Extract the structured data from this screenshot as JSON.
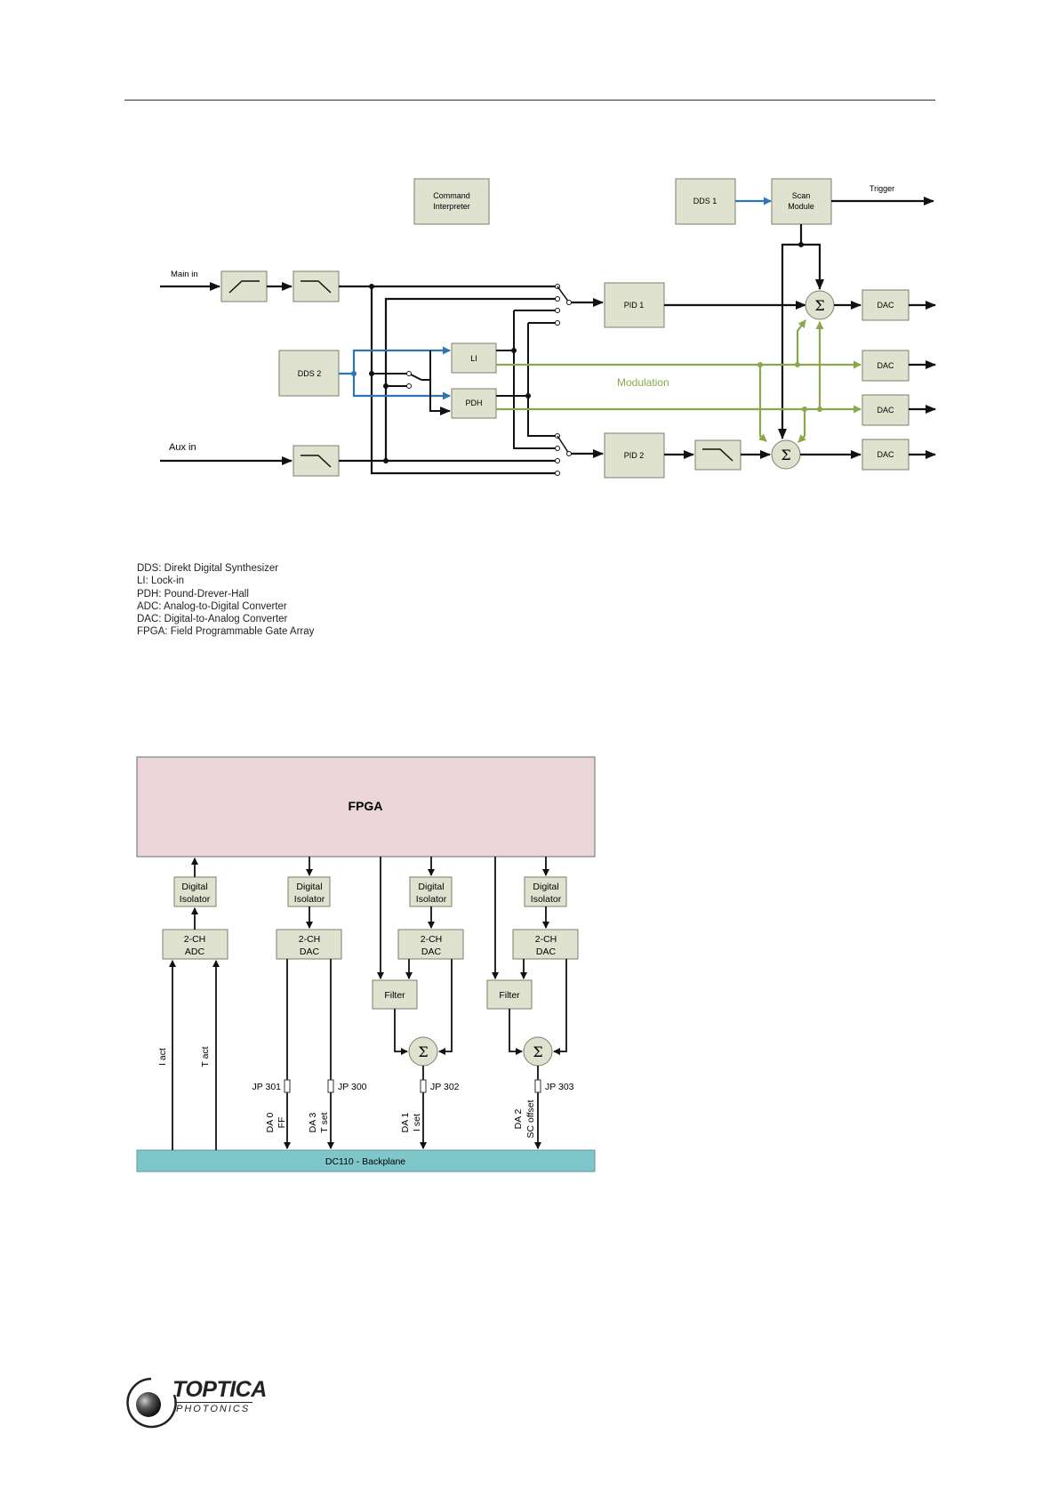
{
  "diagram1": {
    "command_interpreter": [
      "Command",
      "Interpreter"
    ],
    "dds1": "DDS 1",
    "scan_module": [
      "Scan",
      "Module"
    ],
    "trigger": "Trigger",
    "main_in": "Main in",
    "aux_in": "Aux in",
    "dds2": "DDS 2",
    "li": "LI",
    "pdh": "PDH",
    "pid1": "PID 1",
    "pid2": "PID 2",
    "modulation": "Modulation",
    "dac": "DAC",
    "sigma": "Σ"
  },
  "legend": [
    "DDS: Direkt Digital Synthesizer",
    "LI: Lock-in",
    "PDH: Pound-Drever-Hall",
    "ADC: Analog-to-Digital Converter",
    "DAC: Digital-to-Analog Converter",
    "FPGA: Field Programmable Gate Array"
  ],
  "diagram2": {
    "fpga": "FPGA",
    "digital_isolator": [
      "Digital",
      "Isolator"
    ],
    "adc": [
      "2-CH",
      "ADC"
    ],
    "dac": [
      "2-CH",
      "DAC"
    ],
    "filter": "Filter",
    "sigma": "Σ",
    "i_act": "I act",
    "t_act": "T act",
    "jp301": "JP 301",
    "jp300": "JP 300",
    "jp302": "JP 302",
    "jp303": "JP 303",
    "da0": [
      "DA 0",
      "FF"
    ],
    "da3": [
      "DA 3",
      "T set"
    ],
    "da1": [
      "DA 1",
      "I set"
    ],
    "da2": [
      "DA 2",
      "SC offset"
    ],
    "backplane": "DC110 - Backplane"
  },
  "logo": {
    "brand": "TOPTICA",
    "sub": "PHOTONICS"
  },
  "colors": {
    "box_fill": "#dfe2cf",
    "box_stroke": "#7a7f6b",
    "blue": "#2e75b6",
    "green": "#8aa84b",
    "fpga_fill": "#ead5d8",
    "backplane_fill": "#7ec6c9"
  }
}
